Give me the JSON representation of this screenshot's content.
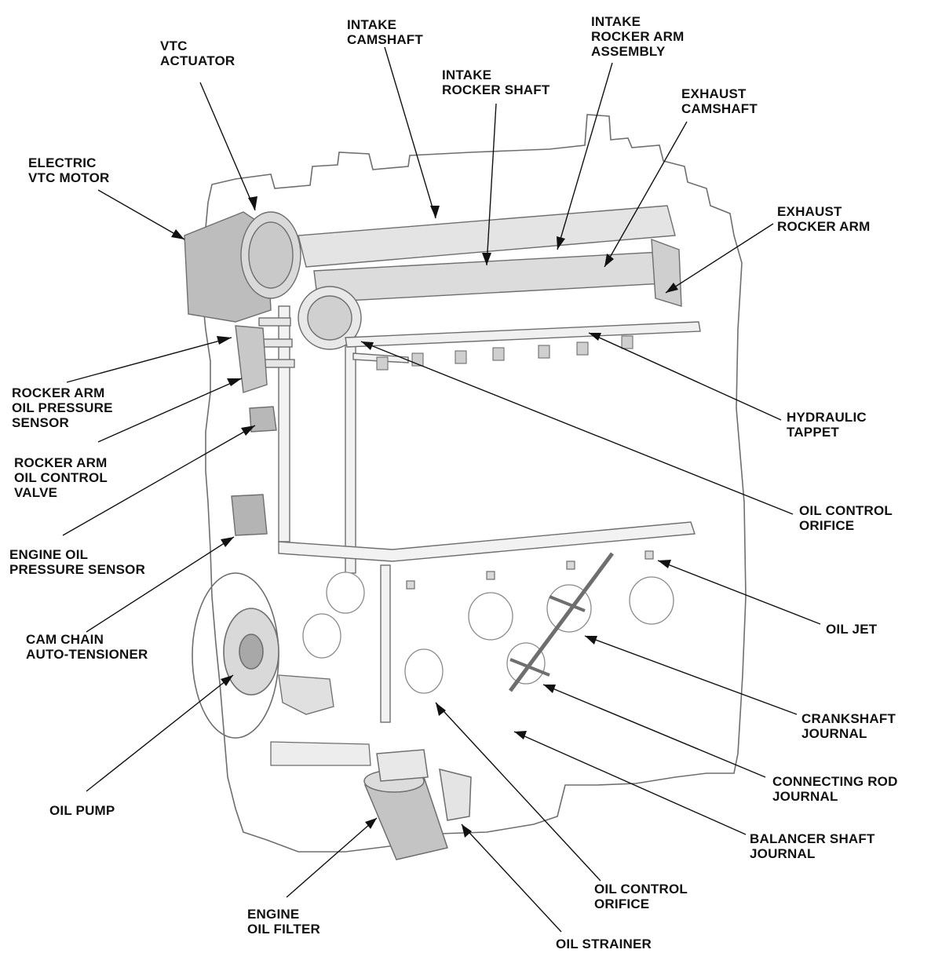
{
  "colors": {
    "ink": "#111111",
    "outline": "#6e6e6e",
    "part_fill": "#d9d9d9",
    "part_dark": "#a8a8a8",
    "background": "#ffffff"
  },
  "labels": {
    "vtc_actuator": [
      "VTC",
      "ACTUATOR"
    ],
    "intake_camshaft": [
      "INTAKE",
      "CAMSHAFT"
    ],
    "intake_rocker_arm_assembly": [
      "INTAKE",
      "ROCKER ARM",
      "ASSEMBLY"
    ],
    "intake_rocker_shaft": [
      "INTAKE",
      "ROCKER SHAFT"
    ],
    "exhaust_camshaft": [
      "EXHAUST",
      "CAMSHAFT"
    ],
    "electric_vtc_motor": [
      "ELECTRIC",
      "VTC MOTOR"
    ],
    "exhaust_rocker_arm": [
      "EXHAUST",
      "ROCKER ARM"
    ],
    "rocker_arm_oil_pressure_sensor": [
      "ROCKER ARM",
      "OIL PRESSURE",
      "SENSOR"
    ],
    "hydraulic_tappet": [
      "HYDRAULIC",
      "TAPPET"
    ],
    "rocker_arm_oil_control_valve": [
      "ROCKER ARM",
      "OIL CONTROL",
      "VALVE"
    ],
    "oil_control_orifice_upper": [
      "OIL CONTROL",
      "ORIFICE"
    ],
    "engine_oil_pressure_sensor": [
      "ENGINE OIL",
      "PRESSURE SENSOR"
    ],
    "oil_jet": [
      "OIL JET"
    ],
    "cam_chain_auto_tensioner": [
      "CAM CHAIN",
      "AUTO-TENSIONER"
    ],
    "crankshaft_journal": [
      "CRANKSHAFT",
      "JOURNAL"
    ],
    "connecting_rod_journal": [
      "CONNECTING ROD",
      "JOURNAL"
    ],
    "oil_pump": [
      "OIL PUMP"
    ],
    "balancer_shaft_journal": [
      "BALANCER SHAFT",
      "JOURNAL"
    ],
    "oil_control_orifice_lower": [
      "OIL CONTROL",
      "ORIFICE"
    ],
    "engine_oil_filter": [
      "ENGINE",
      "OIL FILTER"
    ],
    "oil_strainer": [
      "OIL STRAINER"
    ]
  }
}
